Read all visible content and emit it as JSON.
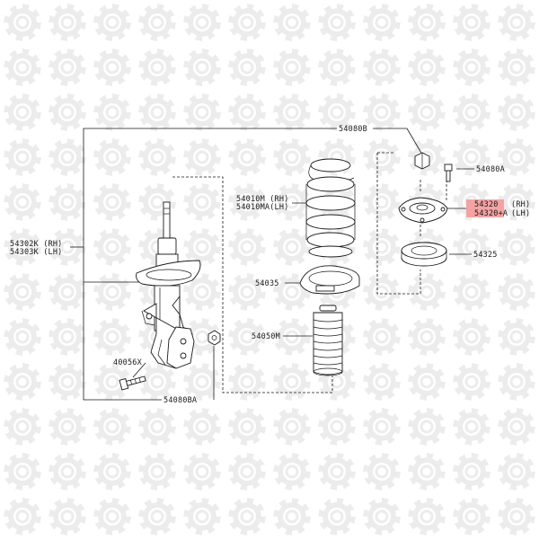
{
  "watermark_color": "#ececec",
  "highlight_color": "#f4a3a3",
  "labels": {
    "l54080b": "54080B",
    "l54080a": "54080A",
    "l54010m": "54010M (RH)",
    "l54010ma": "54010MA(LH)",
    "l54320": "54320",
    "l54320_rh": "(RH)",
    "l54320a": "54320+A",
    "l54320a_lh": "(LH)",
    "l54302k": "54302K (RH)",
    "l54303k": "54303K (LH)",
    "l54325": "54325",
    "l54035": "54035",
    "l54050m": "54050M",
    "l40056x": "40056X",
    "l54080ba": "54080BA"
  }
}
